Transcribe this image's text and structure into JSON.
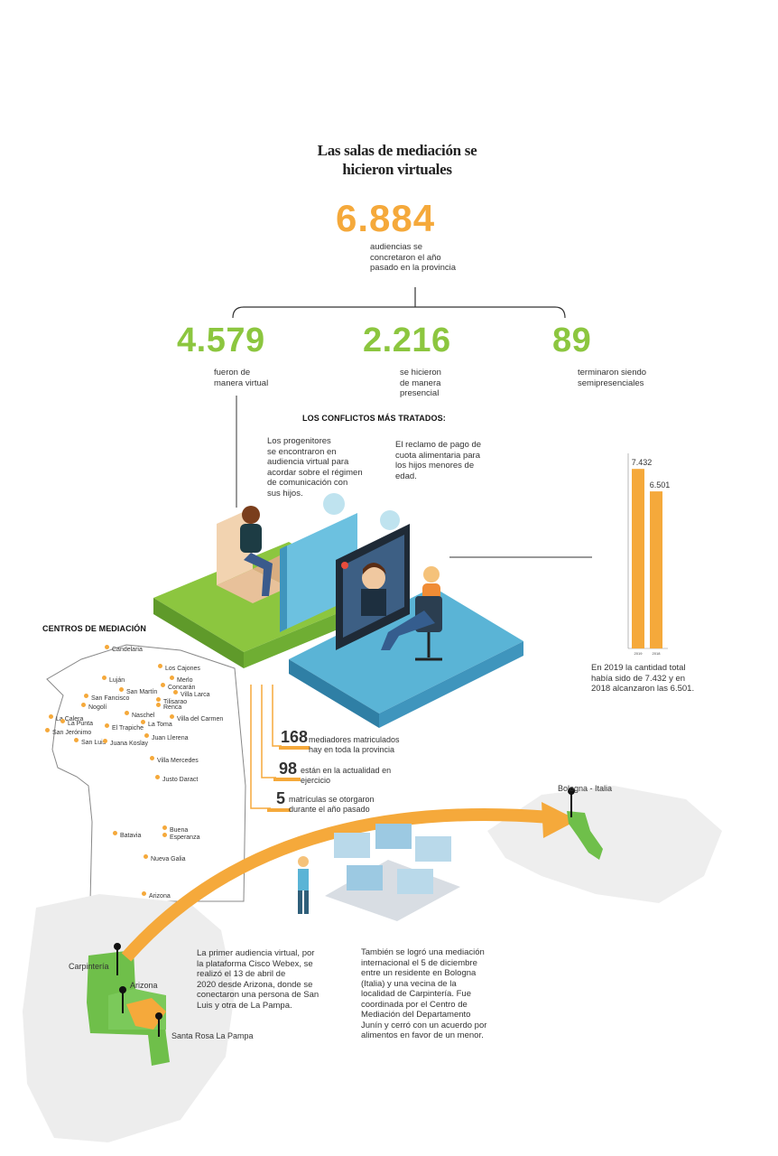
{
  "title": {
    "line1": "Las salas de mediación se",
    "line2": "hicieron virtuales"
  },
  "total": {
    "value": "6.884",
    "caption_l1": "audiencias se",
    "caption_l2": "concretaron el año",
    "caption_l3": "pasado en la provincia"
  },
  "stats": [
    {
      "value": "4.579",
      "caption_l1": "fueron de",
      "caption_l2": "manera virtual",
      "caption_l3": ""
    },
    {
      "value": "2.216",
      "caption_l1": "se hicieron",
      "caption_l2": "de manera",
      "caption_l3": "presencial"
    },
    {
      "value": "89",
      "caption_l1": "terminaron siendo",
      "caption_l2": "semipresenciales",
      "caption_l3": ""
    }
  ],
  "conflicts": {
    "heading": "LOS CONFLICTOS MÁS TRATADOS:",
    "item1": [
      "Los progenitores",
      "se encontraron en",
      "audiencia virtual para",
      "acordar sobre el régimen",
      "de comunicación con",
      "sus hijos."
    ],
    "item2": [
      "El reclamo de pago de",
      "cuota alimentaria para",
      "los hijos menores de",
      "edad."
    ]
  },
  "chart_data": {
    "type": "bar",
    "categories": [
      "2019",
      "2018"
    ],
    "values": [
      7432,
      6501
    ],
    "value_labels": [
      "7.432",
      "6.501"
    ],
    "ylim": [
      0,
      8000
    ],
    "colors": [
      "#f5a93b",
      "#f5a93b"
    ],
    "caption": [
      "En 2019 la cantidad total",
      "había sido de 7.432 y en",
      "2018 alcanzaron las 6.501."
    ]
  },
  "centros": {
    "heading": "CENTROS DE MEDIACIÓN",
    "places": [
      "Candelaria",
      "Los Cajones",
      "Merlo",
      "Luján",
      "Concarán",
      "San Martín",
      "Villa Larca",
      "San Fancisco",
      "Tilisarao",
      "Naschel",
      "Renca",
      "Nogolí",
      "La Calera",
      "La Punta",
      "El Trapiche",
      "La Toma",
      "Villa del Carmen",
      "San Jerónimo",
      "Juan Llerena",
      "San Luis",
      "Juana Koslay",
      "Villa Mercedes",
      "Justo Daract",
      "Batavia",
      "Buena",
      "Esperanza",
      "Nueva Galia",
      "Arizona"
    ]
  },
  "mediators": [
    {
      "num": "168",
      "text_l1": "mediadores matriculados",
      "text_l2": "hay en toda la provincia"
    },
    {
      "num": "98",
      "text_l1": "están en la actualidad en",
      "text_l2": "ejercicio"
    },
    {
      "num": "5",
      "text_l1": "matrículas se otorgaron",
      "text_l2": "durante el año pasado"
    }
  ],
  "map": {
    "bologna": "Bologna - Italia",
    "carpinteria": "Carpintería",
    "arizona": "Arizona",
    "santa_rosa": "Santa Rosa La Pampa"
  },
  "notes": {
    "first": [
      "La primer audiencia virtual, por",
      "la plataforma Cisco Webex, se",
      "realizó el 13 de abril de",
      "2020 desde Arizona, donde se",
      "conectaron una persona de San",
      "Luis y otra de La Pampa."
    ],
    "second": [
      "También se logró una mediación",
      "internacional el 5 de diciembre",
      "entre un residente en Bologna",
      "(Italia) y una vecina de la",
      "localidad de Carpintería. Fue",
      "coordinada por el Centro de",
      "Mediación del Departamento",
      "Junín y cerró con un acuerdo por",
      "alimentos en favor de un menor."
    ]
  },
  "colors": {
    "orange": "#f5a93b",
    "green": "#8cc63f",
    "blue": "#5ab4d6"
  }
}
